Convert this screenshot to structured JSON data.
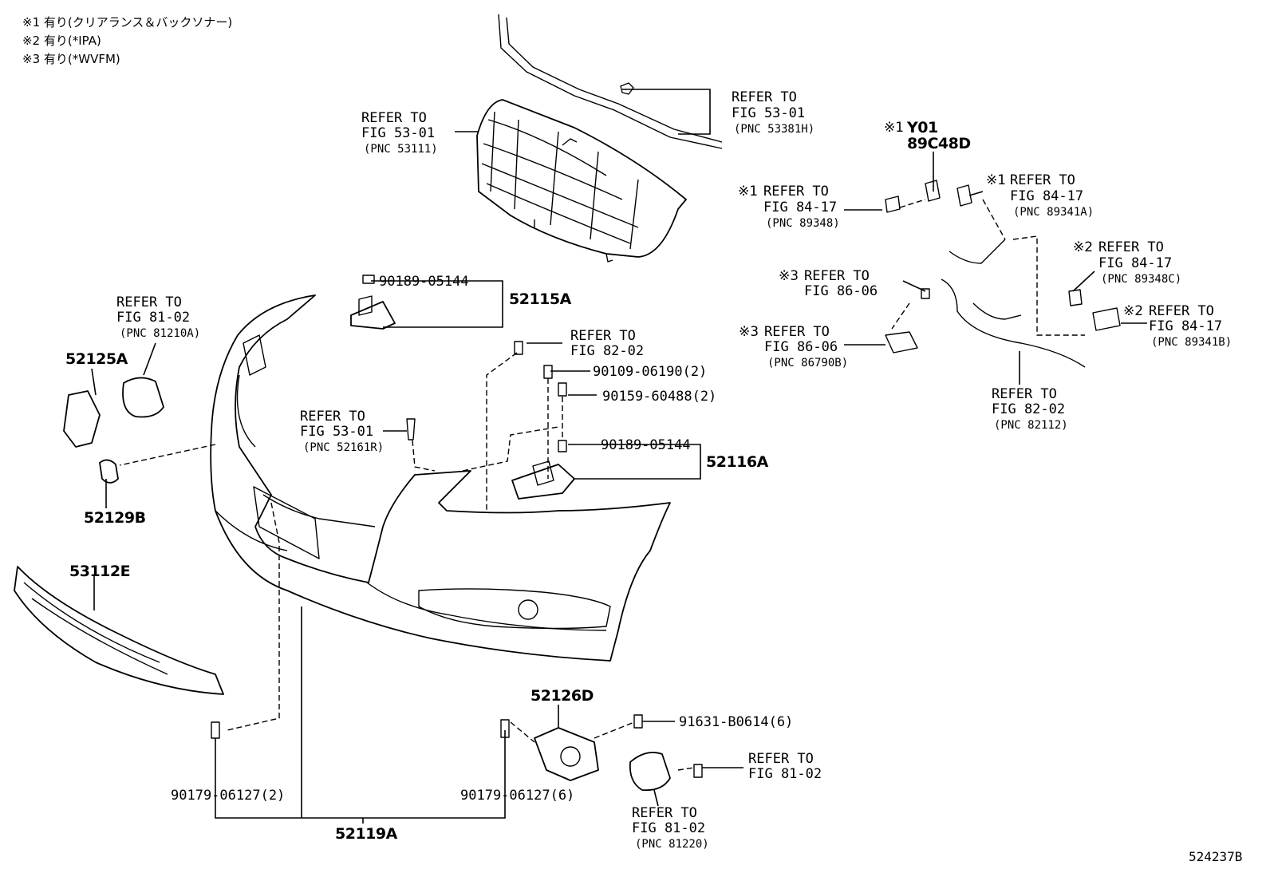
{
  "notes": [
    "※1 有り(クリアランス＆バックソナー)",
    "※2 有り(*IPA)",
    "※3 有り(*WVFM)"
  ],
  "figure_id": "524237B",
  "labels": {
    "grille": {
      "l1": "REFER TO",
      "l2": "FIG 53-01",
      "l3": "(PNC 53111)"
    },
    "molding": {
      "l1": "REFER TO",
      "l2": "FIG 53-01",
      "l3": "(PNC 53381H)"
    },
    "sensor_top": {
      "mark": "※1",
      "l1": "Y01",
      "l2": "89C48D"
    },
    "sensor_left": {
      "mark": "※1",
      "l1": "REFER TO",
      "l2": "FIG 84-17",
      "l3": "(PNC 89348)"
    },
    "sensor_right": {
      "mark": "※1",
      "l1": "REFER TO",
      "l2": "FIG 84-17",
      "l3": "(PNC 89341A)"
    },
    "ipa_sensor": {
      "mark": "※2",
      "l1": "REFER TO",
      "l2": "FIG 84-17",
      "l3": "(PNC 89348C)"
    },
    "ipa_module": {
      "mark": "※2",
      "l1": "REFER TO",
      "l2": "FIG 84-17",
      "l3": "(PNC 89341B)"
    },
    "wvfm_screw": {
      "mark": "※3",
      "l1": "REFER TO",
      "l2": "FIG 86-06"
    },
    "wvfm_module": {
      "mark": "※3",
      "l1": "REFER TO",
      "l2": "FIG 86-06",
      "l3": "(PNC 86790B)"
    },
    "wire": {
      "l1": "REFER TO",
      "l2": "FIG 82-02",
      "l3": "(PNC 82112)"
    },
    "fog_lh": {
      "l1": "REFER TO",
      "l2": "FIG 81-02",
      "l3": "(PNC 81210A)"
    },
    "screw_82": {
      "l1": "REFER TO",
      "l2": "FIG 82-02"
    },
    "clip_53": {
      "l1": "REFER TO",
      "l2": "FIG 53-01",
      "l3": "(PNC 52161R)"
    },
    "fog_screw": {
      "l1": "REFER TO",
      "l2": "FIG 81-02"
    },
    "fog_rh": {
      "l1": "REFER TO",
      "l2": "FIG 81-02",
      "l3": "(PNC 81220)"
    }
  },
  "parts": {
    "p90189_top": "90189-05144",
    "p52115A": "52115A",
    "p52125A": "52125A",
    "p52129B": "52129B",
    "p53112E": "53112E",
    "p90109": "90109-06190(2)",
    "p90159": "90159-60488(2)",
    "p90189_mid": "90189-05144",
    "p52116A": "52116A",
    "p52126D": "52126D",
    "p91631": "91631-B0614(6)",
    "p90179_l": "90179-06127(2)",
    "p90179_r": "90179-06127(6)",
    "p52119A": "52119A"
  }
}
